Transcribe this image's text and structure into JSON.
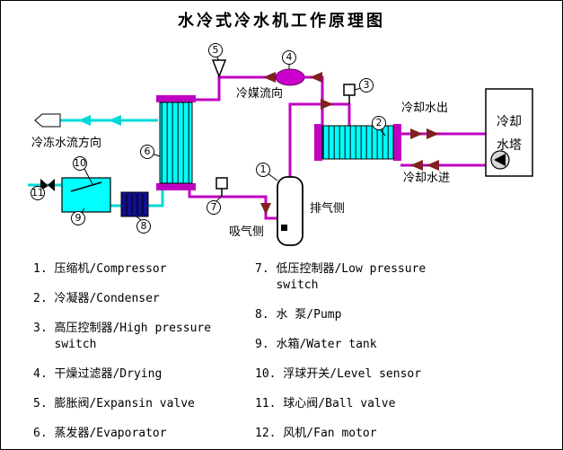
{
  "title": "水冷式冷水机工作原理图",
  "diagram": {
    "labels": {
      "refrigerant_flow": "冷媒流向",
      "cooling_water_out": "冷却水出",
      "cooling_water_in": "冷却水进",
      "chilled_water_flow": "冷冻水流方向",
      "discharge_side": "排气侧",
      "suction_side": "吸气侧",
      "cooling_tower_line1": "冷却",
      "cooling_tower_line2": "水塔"
    },
    "callouts": {
      "compressor": "1",
      "condenser": "2",
      "high_pressure_switch": "3",
      "drying_filter": "4",
      "expansion_valve": "5",
      "evaporator": "6",
      "low_pressure_switch": "7",
      "pump": "8",
      "water_tank": "9",
      "level_sensor": "10",
      "ball_valve": "11"
    }
  },
  "legend": {
    "left": [
      "1. 压缩机/Compressor",
      "2. 冷凝器/Condenser",
      "3. 高压控制器/High pressure\n   switch",
      "4. 干燥过滤器/Drying",
      "5. 膨胀阀/Expansin valve",
      "6. 蒸发器/Evaporator"
    ],
    "right": [
      "7. 低压控制器/Low pressure\n   switch",
      "8. 水 泵/Pump",
      "9. 水箱/Water tank",
      "10. 浮球开关/Level sensor",
      "11. 球心阀/Ball valve",
      "12. 风机/Fan motor"
    ]
  },
  "colors": {
    "pipe_refrigerant": "#C000C0",
    "water_cyan": "#00D8D8",
    "exchanger_fill": "#00FFFF",
    "arrow_dark_red": "#802020",
    "pump_navy": "#10108C",
    "filter_magenta": "#CC00CC"
  }
}
